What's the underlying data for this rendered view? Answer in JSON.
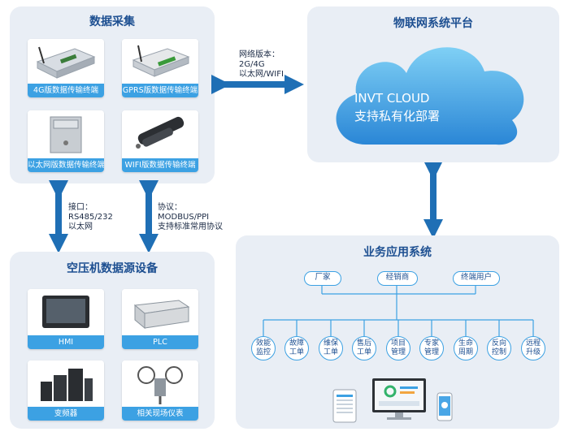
{
  "colors": {
    "accent": "#3ca1e3",
    "title": "#1d4f91",
    "panel": "#e9eef5"
  },
  "data_collection": {
    "title": "数据采集",
    "cards": [
      {
        "label": "4G版数据传输终端",
        "icon": "4g-terminal-icon"
      },
      {
        "label": "GPRS版数据传输终端",
        "icon": "gprs-terminal-icon"
      },
      {
        "label": "以太网版数据传输终端",
        "icon": "ethernet-terminal-icon"
      },
      {
        "label": "WIFI版数据传输终端",
        "icon": "wifi-terminal-icon"
      }
    ]
  },
  "network_note": {
    "line1": "网络版本：",
    "line2": "2G/4G",
    "line3": "以太网/WIFI"
  },
  "iot_platform": {
    "title": "物联网系统平台",
    "cloud_line1": "INVT CLOUD",
    "cloud_line2": "支持私有化部署"
  },
  "interface_note": {
    "line1": "接口：",
    "line2": "RS485/232",
    "line3": "以太网"
  },
  "protocol_note": {
    "line1": "协议：",
    "line2": "MODBUS/PPI",
    "line3": "支持标准常用协议"
  },
  "compressor": {
    "title": "空压机数据源设备",
    "cards": [
      {
        "label": "HMI",
        "icon": "hmi-icon"
      },
      {
        "label": "PLC",
        "icon": "plc-icon"
      },
      {
        "label": "变频器",
        "icon": "inverter-icon"
      },
      {
        "label": "相关现场仪表",
        "icon": "gauge-icon"
      }
    ]
  },
  "business": {
    "title": "业务应用系统",
    "users": [
      "厂家",
      "经销商",
      "终端用户"
    ],
    "functions": [
      {
        "l1": "效能",
        "l2": "监控"
      },
      {
        "l1": "故障",
        "l2": "工单"
      },
      {
        "l1": "维保",
        "l2": "工单"
      },
      {
        "l1": "售后",
        "l2": "工单"
      },
      {
        "l1": "项目",
        "l2": "管理"
      },
      {
        "l1": "专家",
        "l2": "管理"
      },
      {
        "l1": "生命",
        "l2": "周期"
      },
      {
        "l1": "反向",
        "l2": "控制"
      },
      {
        "l1": "远程",
        "l2": "升级"
      }
    ]
  }
}
